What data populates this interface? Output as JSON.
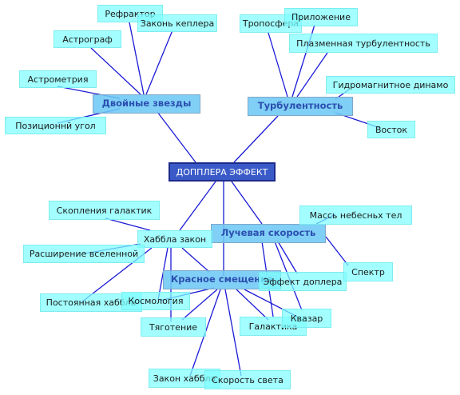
{
  "root": {
    "label": "ДОППЛЕРА ЭФФЕКТ"
  },
  "branches": {
    "double_stars": {
      "label": "Двойные звезды"
    },
    "turbulence": {
      "label": "Турбулентность"
    },
    "radial_velocity": {
      "label": "Лучевая скорость"
    },
    "redshift": {
      "label": "Красное смещение"
    },
    "hubble_law": {
      "label": "Хаббла закон"
    }
  },
  "leaves": {
    "refractor": "Рефрактор",
    "kepler_laws": "Законь кеплера",
    "astrograph": "Астрограф",
    "astrometry": "Астрометрия",
    "position_angle": "Позиционнй угол",
    "troposphere": "Тропосфера",
    "application": "Приложение",
    "plasma_turbulence": "Плазменная турбулентность",
    "mhd": "Гидромагнитное динамо",
    "east": "Восток",
    "galaxy_clusters": "Скопления галактик",
    "universe_expansion": "Расширение вселенной",
    "hubble_constant": "Постоянная хаббла",
    "cosmology": "Космология",
    "gravity": "Тяготение",
    "hubble_law_leaf": "Закон хаббла",
    "light_speed": "Скорость света",
    "galaxy": "Галактика",
    "quasar": "Квазар",
    "doppler_effect": "Эффект доплера",
    "spectrum": "Спектр",
    "celestial_masses": "Массь небесньх тел"
  }
}
